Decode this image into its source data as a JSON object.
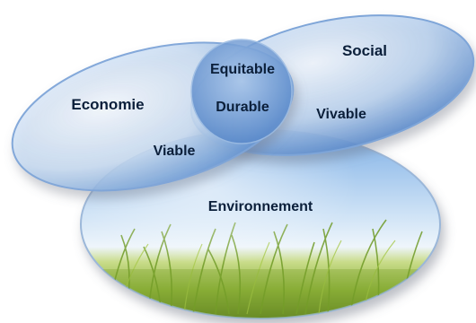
{
  "diagram": {
    "labels": {
      "economie": "Economie",
      "social": "Social",
      "environnement": "Environnement",
      "equitable": "Equitable",
      "durable": "Durable",
      "vivable": "Vivable",
      "viable": "Viable"
    },
    "colors": {
      "ring_blue": "#5a8ed0",
      "ring_light": "#d8e6f6",
      "sky": "#cfe3f6",
      "grass": "#8db13a",
      "label_text": "#0b1f3a"
    }
  }
}
